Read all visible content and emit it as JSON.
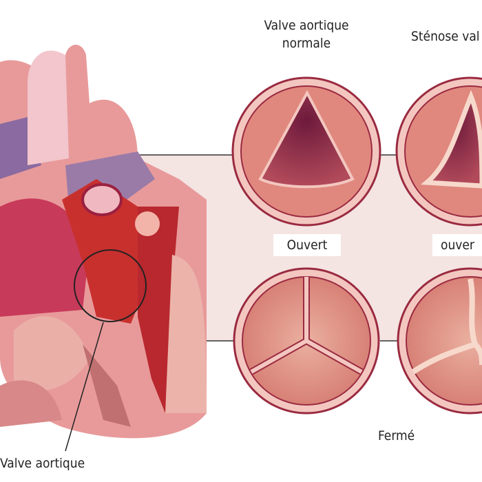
{
  "titles": {
    "normal_line1": "Valve aortique",
    "normal_line2": "normale",
    "stenosis": "Sténose val"
  },
  "states": {
    "open_normal": "Ouvert",
    "open_stenosis": "ouver",
    "closed": "Fermé"
  },
  "callout": "Valve aortique",
  "colors": {
    "tissue": "#e8a59a",
    "dark": "#8a2545",
    "aorta": "#f2c6cc",
    "vein": "#9a7ba8",
    "panel": "#f4e4e2"
  }
}
